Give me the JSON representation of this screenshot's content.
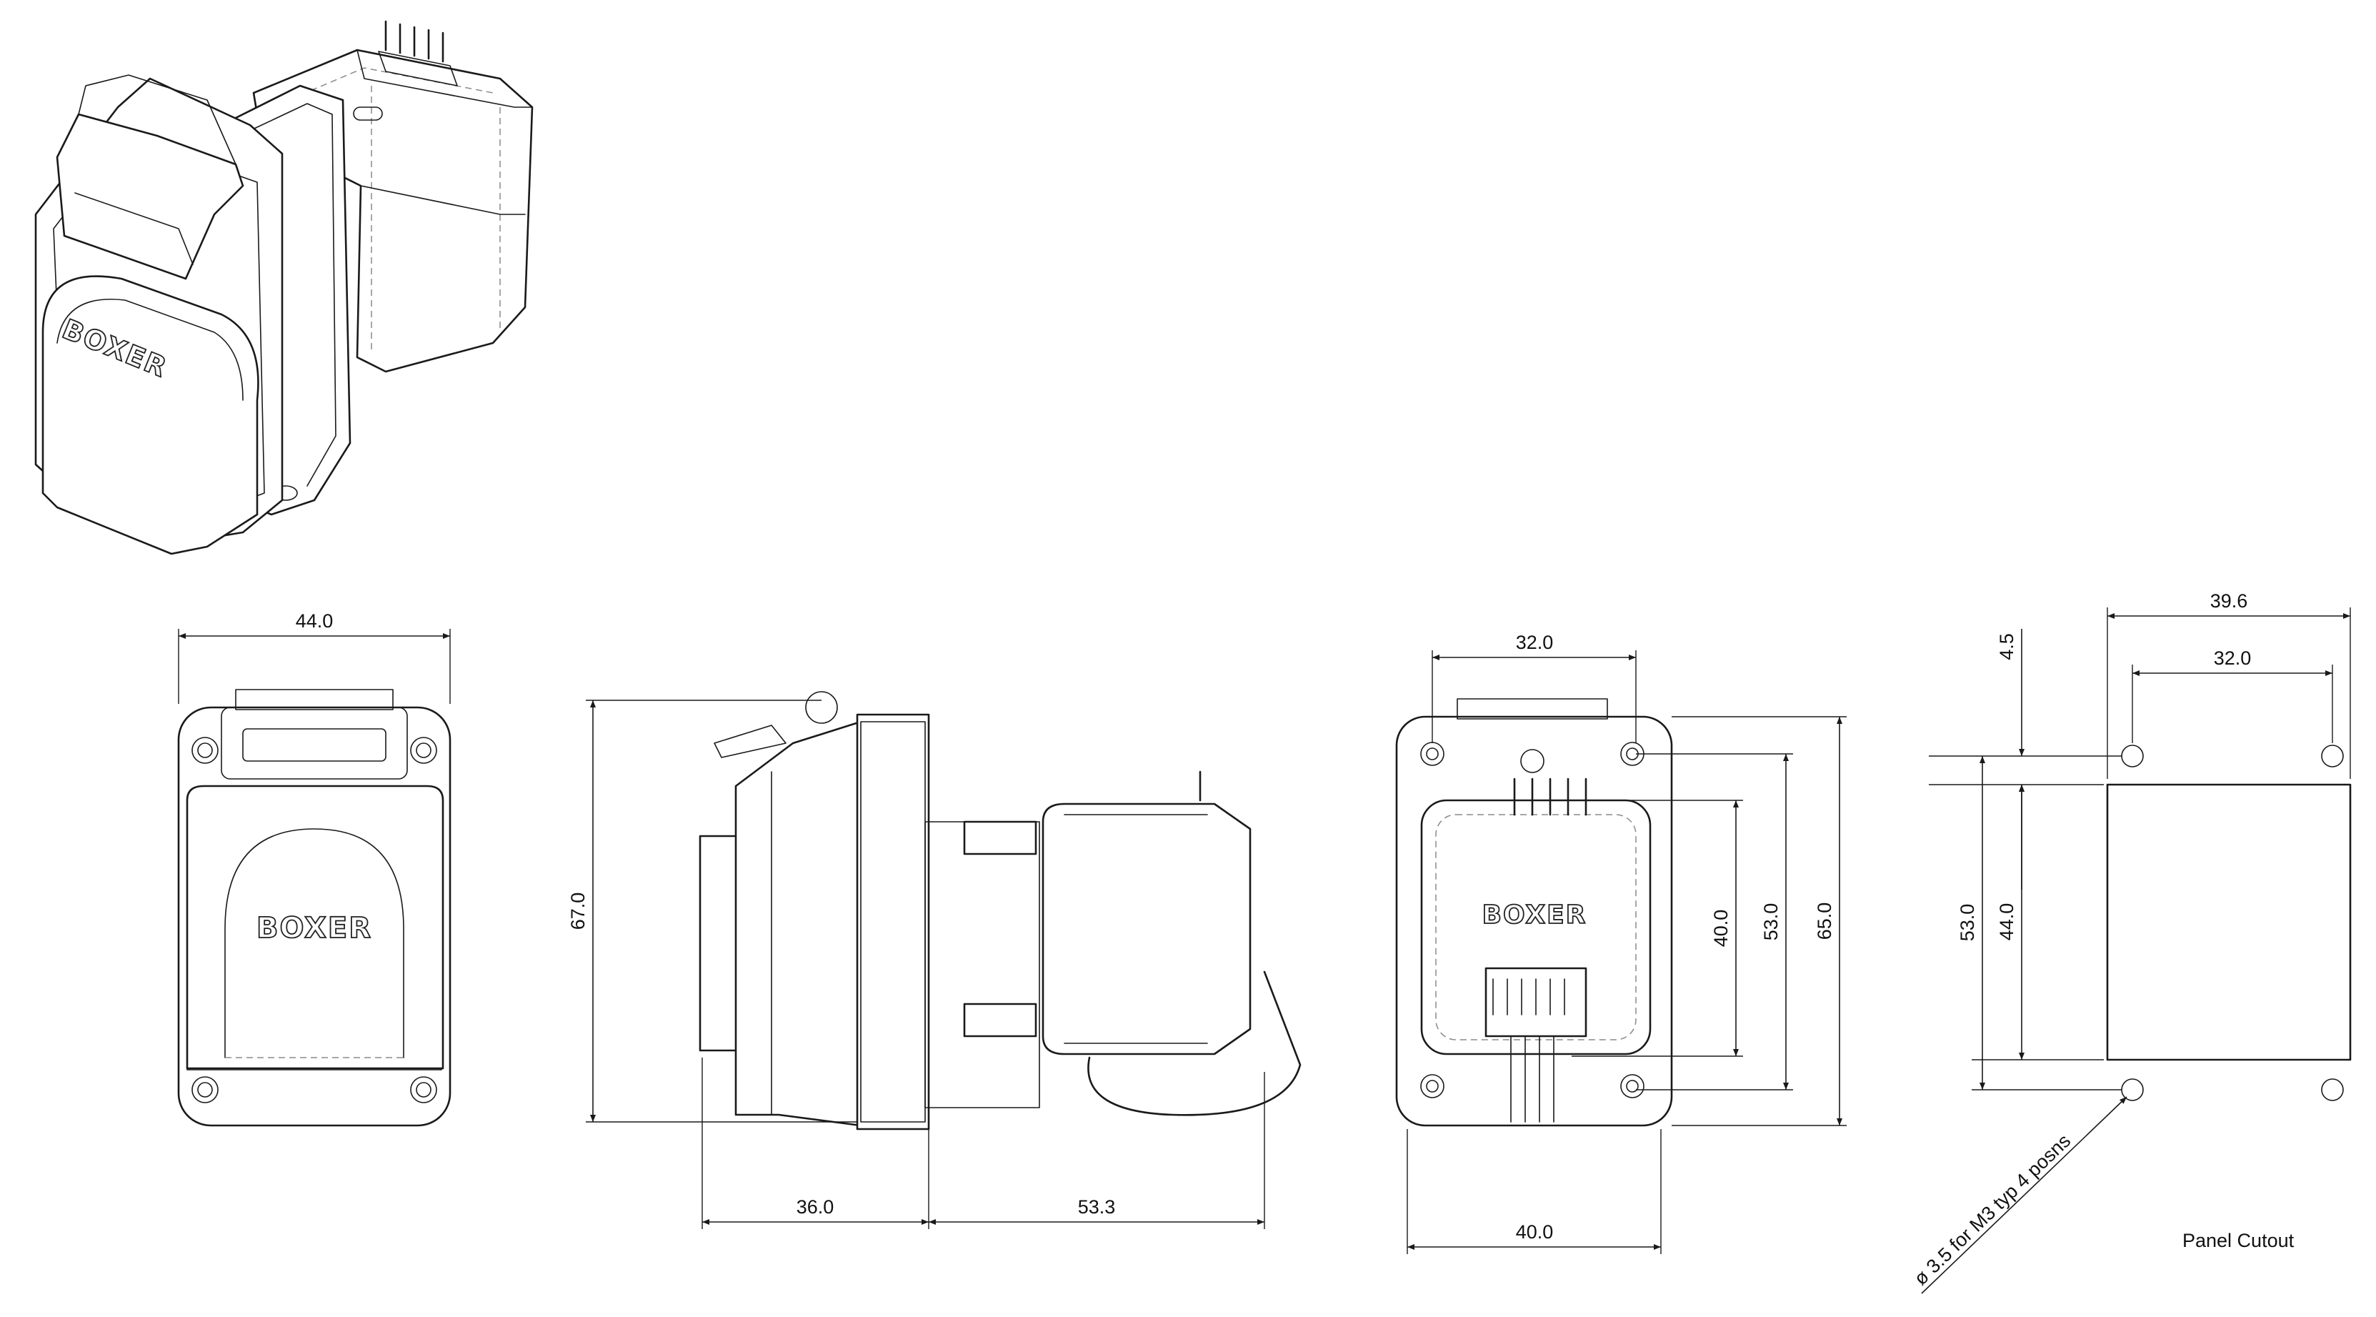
{
  "brand_label": "BOXER",
  "dimensions": {
    "front_width": "44.0",
    "side_height": "67.0",
    "side_front_depth": "36.0",
    "side_rear_depth": "53.3",
    "rear_top_width": "32.0",
    "rear_bottom_width": "40.0",
    "rear_inner_height": "40.0",
    "rear_mid_height": "53.0",
    "rear_total_height": "65.0",
    "cutout_outer_width": "39.6",
    "cutout_inner_width": "32.0",
    "cutout_top_offset": "4.5",
    "cutout_hole_spacing": "53.0",
    "cutout_opening_height": "44.0"
  },
  "notes": {
    "hole_callout": "ø 3.5 for M3 typ 4 posns",
    "panel_cutout_label": "Panel Cutout"
  }
}
